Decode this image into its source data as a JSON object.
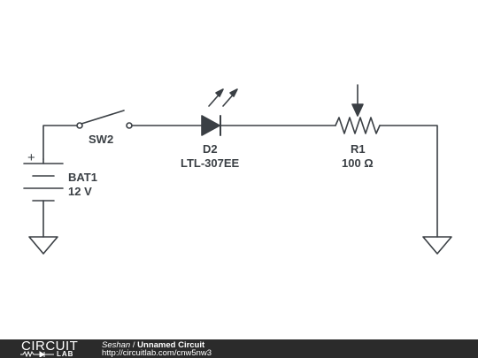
{
  "components": {
    "switch": {
      "ref": "SW2"
    },
    "led": {
      "ref": "D2",
      "part": "LTL-307EE"
    },
    "resistor": {
      "ref": "R1",
      "value": "100 Ω"
    },
    "battery": {
      "ref": "BAT1",
      "value": "12 V",
      "polarity": "+"
    }
  },
  "colors": {
    "wire": "#3a3f44",
    "footer_bg": "#2b2b2b"
  },
  "footer": {
    "logo_text": "CIRCUIT",
    "logo_sub": "LAB",
    "author": "Seshan",
    "separator": "/",
    "circuit_title": "Unnamed Circuit",
    "url": "http://circuitlab.com/cnw5nw3"
  }
}
